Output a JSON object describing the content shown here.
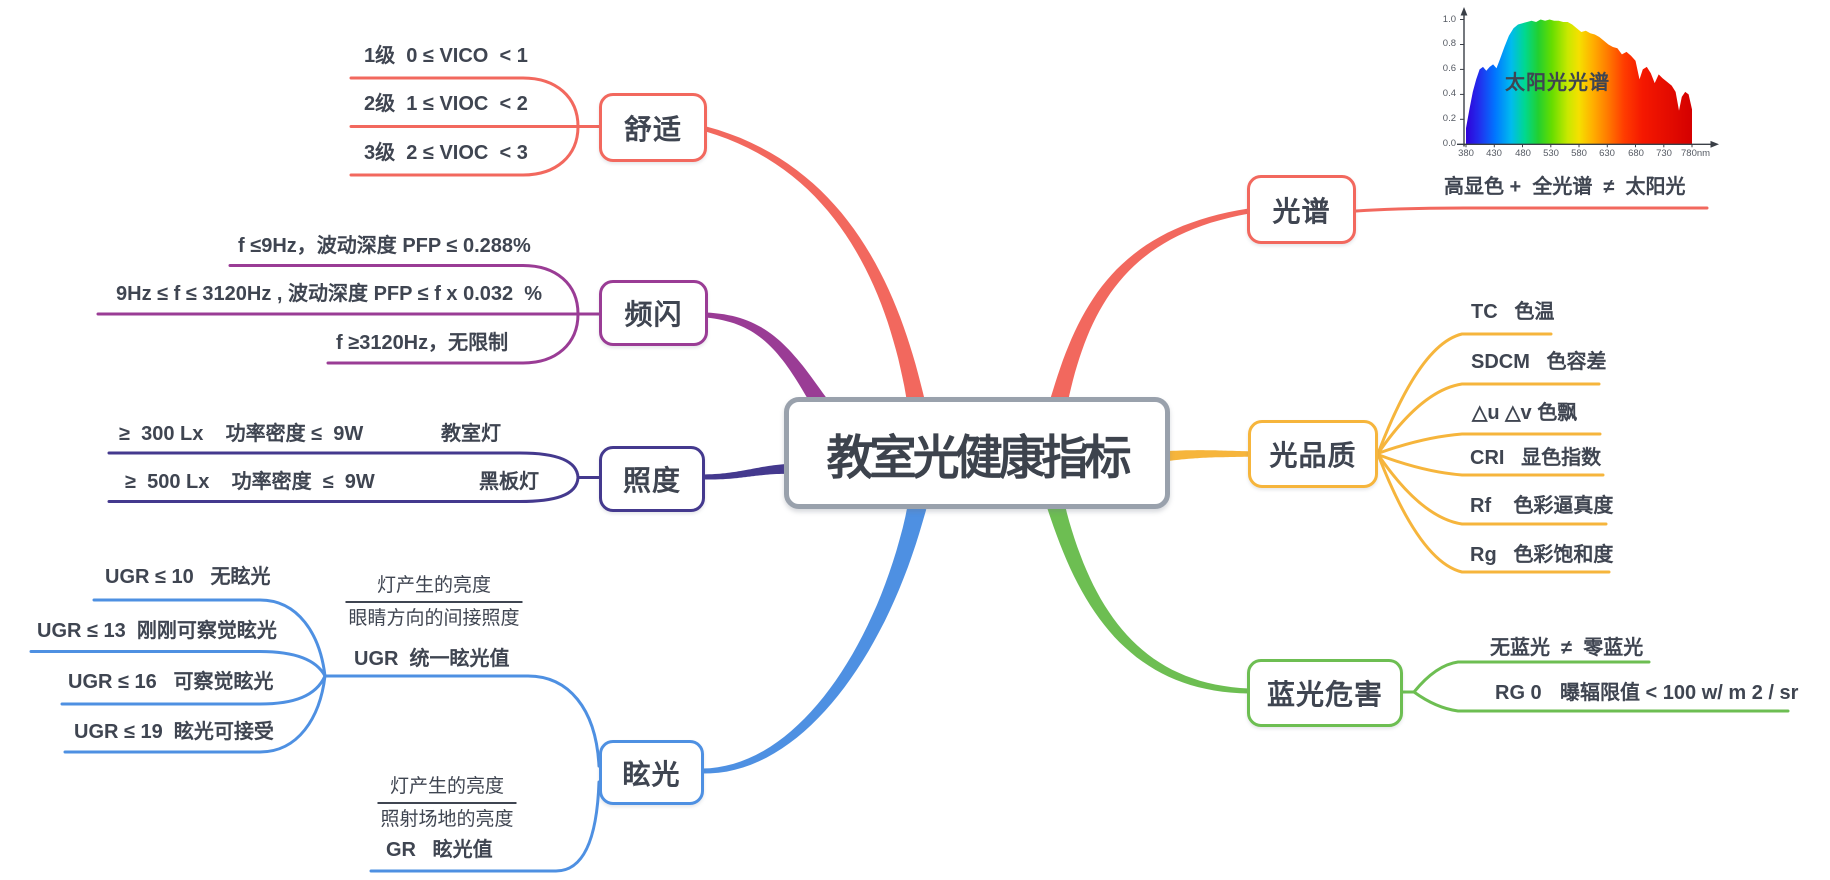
{
  "title": "教室光健康指标",
  "text_color": "#3F4551",
  "center": {
    "label": "教室光健康指标",
    "border_color": "#99A1AC"
  },
  "branches": [
    {
      "id": "comfort",
      "label": "舒适",
      "color": "#F2685E",
      "items": [
        {
          "label": "1级  0 ≤ VICO  < 1"
        },
        {
          "label": "2级  1 ≤ VIOC  < 2"
        },
        {
          "label": "3级  2 ≤ VIOC  < 3"
        }
      ]
    },
    {
      "id": "flicker",
      "label": "频闪",
      "color": "#9A3C95",
      "items": [
        {
          "label": "f ≤9Hz，波动深度 PFP ≤ 0.288%"
        },
        {
          "label": "9Hz ≤ f ≤ 3120Hz , 波动深度 PFP ≤ f x 0.032  %"
        },
        {
          "label": "f ≥3120Hz，无限制"
        }
      ]
    },
    {
      "id": "illuminance",
      "label": "照度",
      "color": "#44398E",
      "items": [
        {
          "label": "≥  300 Lx    功率密度 ≤  9W",
          "tag": "教室灯"
        },
        {
          "label": "≥  500 Lx    功率密度  ≤  9W",
          "tag": "黑板灯"
        }
      ]
    },
    {
      "id": "glare",
      "label": "眩光",
      "color": "#4E90E2",
      "groups": [
        {
          "numerator": "灯产生的亮度",
          "denominator": "眼睛方向的间接照度",
          "label": "UGR  统一眩光值",
          "items": [
            {
              "label": "UGR ≤ 10   无眩光"
            },
            {
              "label": "UGR ≤ 13  刚刚可察觉眩光"
            },
            {
              "label": "UGR ≤ 16   可察觉眩光"
            },
            {
              "label": "UGR ≤ 19  眩光可接受"
            }
          ]
        },
        {
          "numerator": "灯产生的亮度",
          "denominator": "照射场地的亮度",
          "label": "GR   眩光值"
        }
      ]
    },
    {
      "id": "spectrum",
      "label": "光谱",
      "color": "#F2685E",
      "items": [
        {
          "label": "高显色 +  全光谱  ≠  太阳光"
        }
      ]
    },
    {
      "id": "quality",
      "label": "光品质",
      "color": "#F6B53C",
      "items": [
        {
          "label": "TC   色温"
        },
        {
          "label": "SDCM   色容差"
        },
        {
          "label": "△u △v 色飘"
        },
        {
          "label": "CRI   显色指数"
        },
        {
          "label": "Rf    色彩逼真度"
        },
        {
          "label": "Rg   色彩饱和度"
        }
      ]
    },
    {
      "id": "bluelight",
      "label": "蓝光危害",
      "color": "#6DBE52",
      "items": [
        {
          "label": "无蓝光  ≠  零蓝光"
        },
        {
          "prefix": "RG 0",
          "label": "曝辐限值 < 100 w/ m 2 / sr"
        }
      ]
    }
  ],
  "spectrum_chart": {
    "type": "area",
    "title": "太阳光光谱",
    "y_ticks": [
      "1.0",
      "0.8",
      "0.6",
      "0.4",
      "0.2",
      "0.0"
    ],
    "x_ticks": [
      "380",
      "430",
      "480",
      "530",
      "580",
      "630",
      "680",
      "730",
      "780nm"
    ],
    "xlim": [
      380,
      780
    ],
    "ylim": [
      0,
      1
    ],
    "curve": [
      [
        380,
        0.13
      ],
      [
        386,
        0.28
      ],
      [
        392,
        0.42
      ],
      [
        398,
        0.52
      ],
      [
        404,
        0.6
      ],
      [
        410,
        0.62
      ],
      [
        416,
        0.59
      ],
      [
        422,
        0.62
      ],
      [
        428,
        0.64
      ],
      [
        434,
        0.61
      ],
      [
        440,
        0.68
      ],
      [
        448,
        0.78
      ],
      [
        456,
        0.87
      ],
      [
        464,
        0.93
      ],
      [
        472,
        0.96
      ],
      [
        480,
        0.97
      ],
      [
        488,
        0.98
      ],
      [
        496,
        0.99
      ],
      [
        504,
        0.98
      ],
      [
        512,
        1.0
      ],
      [
        520,
        0.99
      ],
      [
        528,
        1.0
      ],
      [
        536,
        0.99
      ],
      [
        544,
        0.99
      ],
      [
        552,
        0.98
      ],
      [
        560,
        0.98
      ],
      [
        568,
        0.96
      ],
      [
        576,
        0.93
      ],
      [
        584,
        0.9
      ],
      [
        592,
        0.91
      ],
      [
        600,
        0.89
      ],
      [
        608,
        0.88
      ],
      [
        616,
        0.86
      ],
      [
        624,
        0.83
      ],
      [
        632,
        0.8
      ],
      [
        640,
        0.78
      ],
      [
        648,
        0.77
      ],
      [
        656,
        0.72
      ],
      [
        664,
        0.74
      ],
      [
        672,
        0.71
      ],
      [
        680,
        0.67
      ],
      [
        687,
        0.52
      ],
      [
        693,
        0.6
      ],
      [
        700,
        0.62
      ],
      [
        707,
        0.57
      ],
      [
        714,
        0.49
      ],
      [
        721,
        0.56
      ],
      [
        728,
        0.53
      ],
      [
        736,
        0.5
      ],
      [
        744,
        0.47
      ],
      [
        751,
        0.42
      ],
      [
        757,
        0.27
      ],
      [
        762,
        0.38
      ],
      [
        768,
        0.42
      ],
      [
        774,
        0.4
      ],
      [
        780,
        0.28
      ]
    ]
  }
}
